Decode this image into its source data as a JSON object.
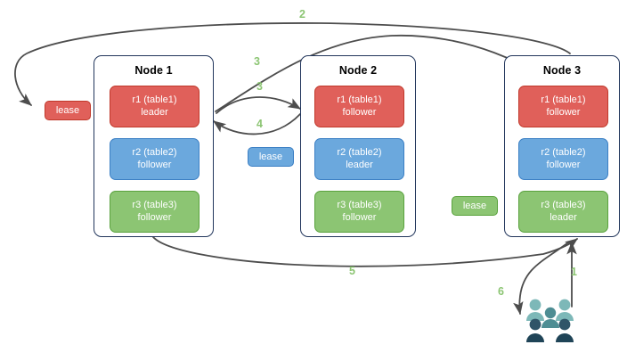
{
  "diagram": {
    "title": "distributed-lease-replication-flow",
    "colors": {
      "label_green": "#8cc573",
      "node_border": "#22365c",
      "arrow": "#4d4d4d",
      "red": "#e0605a",
      "red_border": "#c0392b",
      "blue": "#6ba8dd",
      "blue_border": "#3b7fc4",
      "green": "#8cc573",
      "green_border": "#5aa23e",
      "users_light": "#7db8b8",
      "users_mid": "#4e8d93",
      "users_dark": "#2f5468",
      "users_darkest": "#1f4457"
    }
  },
  "nodes": [
    {
      "title": "Node 1",
      "replicas": [
        {
          "line1": "r1 (table1)",
          "line2": "leader",
          "color": "red"
        },
        {
          "line1": "r2 (table2)",
          "line2": "follower",
          "color": "blue"
        },
        {
          "line1": "r3 (table3)",
          "line2": "follower",
          "color": "green"
        }
      ]
    },
    {
      "title": "Node 2",
      "replicas": [
        {
          "line1": "r1 (table1)",
          "line2": "follower",
          "color": "red"
        },
        {
          "line1": "r2 (table2)",
          "line2": "leader",
          "color": "blue"
        },
        {
          "line1": "r3 (table3)",
          "line2": "follower",
          "color": "green"
        }
      ]
    },
    {
      "title": "Node 3",
      "replicas": [
        {
          "line1": "r1 (table1)",
          "line2": "follower",
          "color": "red"
        },
        {
          "line1": "r2 (table2)",
          "line2": "follower",
          "color": "blue"
        },
        {
          "line1": "r3 (table3)",
          "line2": "leader",
          "color": "green"
        }
      ]
    }
  ],
  "leases": [
    {
      "label": "lease",
      "color": "red"
    },
    {
      "label": "lease",
      "color": "blue"
    },
    {
      "label": "lease",
      "color": "green"
    }
  ],
  "edge_labels": [
    {
      "text": "2"
    },
    {
      "text": "3"
    },
    {
      "text": "3"
    },
    {
      "text": "4"
    },
    {
      "text": "5"
    },
    {
      "text": "1"
    },
    {
      "text": "6"
    }
  ],
  "actors": {
    "users_icon": "users-group-icon"
  }
}
